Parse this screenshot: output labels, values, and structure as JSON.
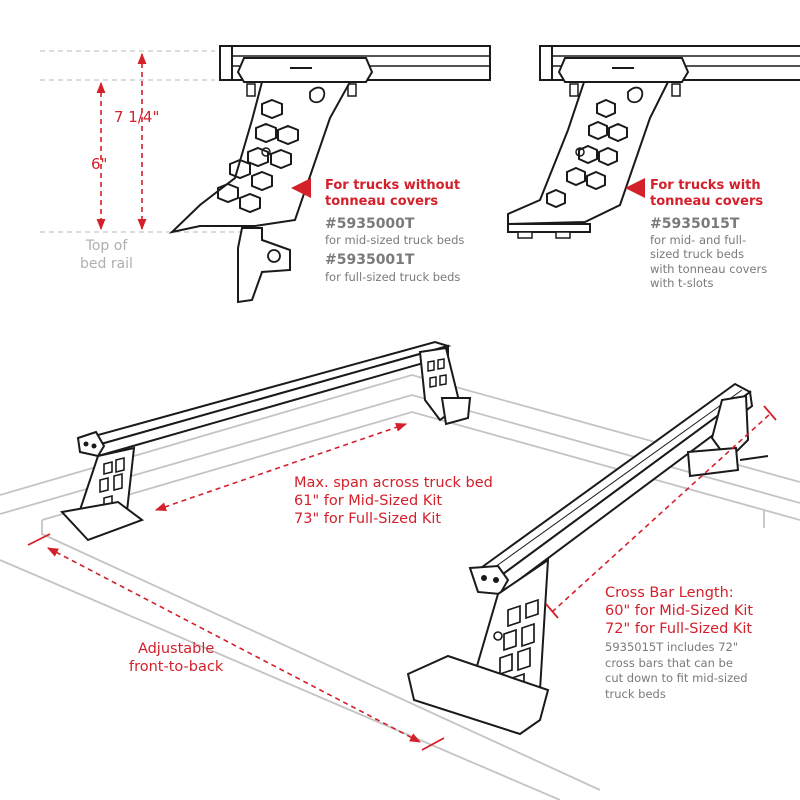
{
  "colors": {
    "accent": "#d4202b",
    "text_gray": "#7a7a7a",
    "guide_gray": "#b0b0b0",
    "outline": "#1a1a1a"
  },
  "icons": [
    "red-arrow-left-icon",
    "brand-logo-icon"
  ],
  "dimensions": {
    "height_large": "7 1/4\"",
    "height_small": "6\"",
    "bed_rail": [
      "Top of",
      "bed rail"
    ]
  },
  "option_no_cover": {
    "header": [
      "For trucks without",
      "tonneau covers"
    ],
    "parts": [
      {
        "number": "#5935000T",
        "desc": [
          "for mid-sized truck beds"
        ]
      },
      {
        "number": "#5935001T",
        "desc": [
          "for full-sized truck beds"
        ]
      }
    ]
  },
  "option_cover": {
    "header": [
      "For trucks with",
      "tonneau covers"
    ],
    "parts": [
      {
        "number": "#5935015T",
        "desc": [
          "for mid- and full-",
          "sized truck beds",
          "with tonneau covers",
          "with t-slots"
        ]
      }
    ]
  },
  "span": {
    "lines": [
      "Max. span across truck bed",
      "61\" for Mid-Sized Kit",
      "73\" for Full-Sized Kit"
    ]
  },
  "adjustable": {
    "lines": [
      "Adjustable",
      "front-to-back"
    ]
  },
  "crossbar": {
    "lines": [
      "Cross Bar Length:",
      "60\" for Mid-Sized Kit",
      "72\" for Full-Sized Kit"
    ],
    "note": [
      "5935015T includes 72\"",
      "cross bars that can be",
      "cut down to fit mid-sized",
      "truck beds"
    ]
  }
}
